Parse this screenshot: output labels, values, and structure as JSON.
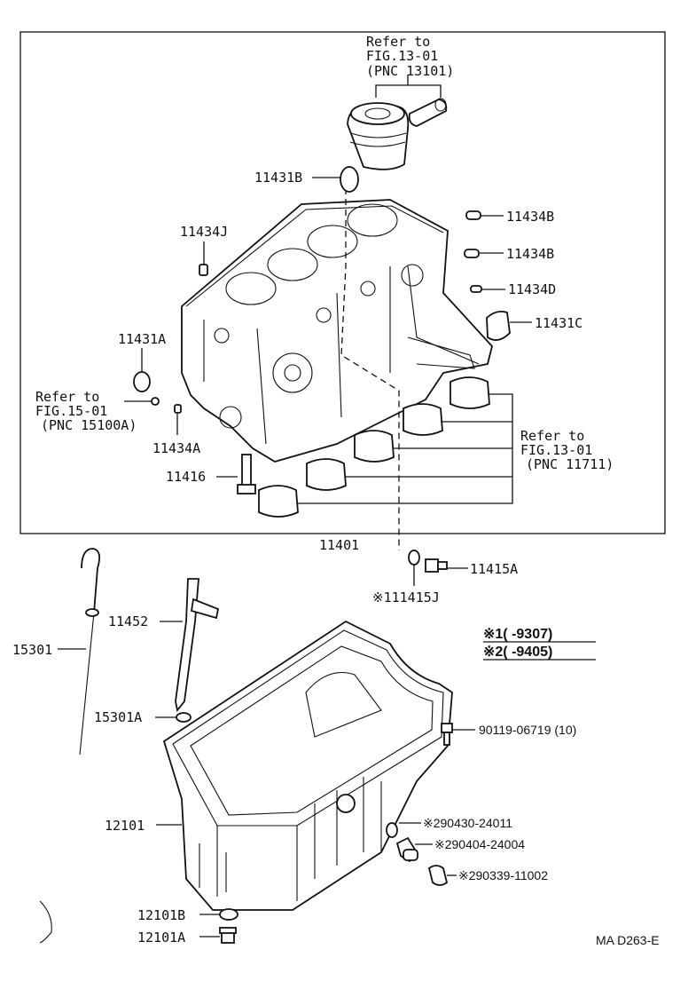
{
  "labels": {
    "refer_piston_1": "Refer to",
    "refer_piston_2": "FIG.13-01",
    "refer_piston_3": "(PNC 13101)",
    "p11431B": "11431B",
    "p11434J": "11434J",
    "p11434B_1": "11434B",
    "p11434B_2": "11434B",
    "p11434D": "11434D",
    "p11431C": "11431C",
    "p11431A": "11431A",
    "refer_left_1": "Refer to",
    "refer_left_2": "FIG.15-01",
    "refer_left_3": "(PNC 15100A)",
    "p11434A": "11434A",
    "refer_bearing_1": "Refer to",
    "refer_bearing_2": "FIG.13-01",
    "refer_bearing_3": "(PNC 11711)",
    "p11416": "11416",
    "p11401": "11401",
    "p11415A": "11415A",
    "p11415J": "※111415J",
    "p11452": "11452",
    "p15301": "15301",
    "p15301A": "15301A",
    "p90119": "90119-06719 (10)",
    "p12101": "12101",
    "p290430": "※290430-24011",
    "p290404": "※290404-24004",
    "p290339": "※290339-11002",
    "p12101B": "12101B",
    "p12101A": "12101A",
    "note1": "※1(      -9307)",
    "note2": "※2(      -9405)",
    "code": "MA D263-E"
  }
}
